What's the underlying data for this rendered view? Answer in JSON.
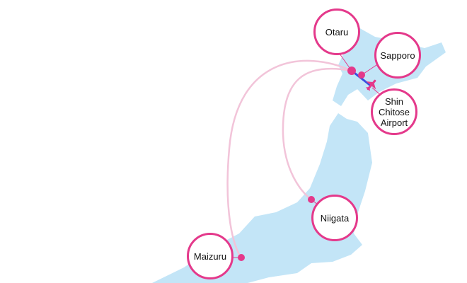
{
  "colors": {
    "land": "#c3e5f7",
    "accent": "#e4398b",
    "route": "#f2c4d9",
    "rail": "#3a4fe0"
  },
  "cities": {
    "otaru": "Otaru",
    "sapporo": "Sapporo",
    "shin_chitose": "Shin Chitose Airport",
    "niigata": "Niigata",
    "maizuru": "Maizuru"
  },
  "icons": {
    "airport": "airplane-icon"
  }
}
